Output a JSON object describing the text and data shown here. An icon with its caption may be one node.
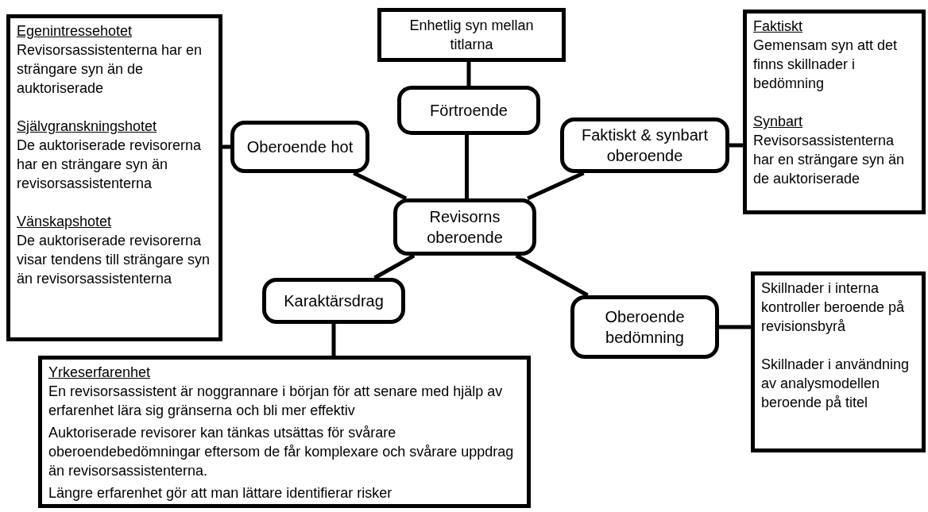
{
  "diagram": {
    "nodes": [
      {
        "text": [
          "Revisorns oberoende"
        ]
      },
      {
        "text": [
          "Enhetlig syn mellan titlarna"
        ]
      },
      {
        "text": [
          "Förtroende"
        ]
      },
      {
        "text": [
          "Faktiskt & synbart oberoende"
        ]
      },
      {
        "text": [
          "Faktiskt",
          "Gemensam syn att det finns skillnader i bedömning",
          "Synbart",
          "Revisorsassistenterna har en strängare syn än de auktoriserade"
        ]
      },
      {
        "text": [
          "Oberoende hot"
        ]
      },
      {
        "text": [
          "Egenintressehotet",
          "Revisorsassistenterna har en strängare syn än de auktoriserade",
          "Självgranskningshotet",
          "De auktoriserade revisorerna har en strängare syn än revisorsassistenterna",
          "Vänskapshotet",
          "De auktoriserade revisorerna visar tendens till strängare syn än revisorsassistenterna"
        ]
      },
      {
        "text": [
          "Karaktärsdrag"
        ]
      },
      {
        "text": [
          "Yrkeserfarenhet",
          "En revisorsassistent är noggrannare i början för att senare med hjälp av erfarenhet lära sig gränserna och bli mer effektiv",
          "Auktoriserade revisorer kan tänkas utsättas för svårare oberoendebedömningar eftersom de får komplexare och svårare uppdrag än revisorsassistenterna.",
          "Längre erfarenhet gör att man lättare identifierar risker"
        ]
      },
      {
        "text": [
          "Oberoende bedömning"
        ]
      },
      {
        "text": [
          "Skillnader i interna kontroller beroende på revisionsbyrå",
          "Skillnader i användning av analysmodellen beroende på titel"
        ]
      }
    ],
    "edges": [
      {
        "from": 1,
        "to": 2,
        "arrow": "none"
      },
      {
        "from": 2,
        "to": 0,
        "arrow": "none"
      },
      {
        "from": 0,
        "to": 3,
        "arrow": "none"
      },
      {
        "from": 3,
        "to": 4,
        "arrow": "none"
      },
      {
        "from": 0,
        "to": 5,
        "arrow": "none"
      },
      {
        "from": 5,
        "to": 6,
        "arrow": "none"
      },
      {
        "from": 0,
        "to": 7,
        "arrow": "none"
      },
      {
        "from": 7,
        "to": 8,
        "arrow": "none"
      },
      {
        "from": 0,
        "to": 9,
        "arrow": "none"
      },
      {
        "from": 9,
        "to": 10,
        "arrow": "none"
      }
    ]
  }
}
